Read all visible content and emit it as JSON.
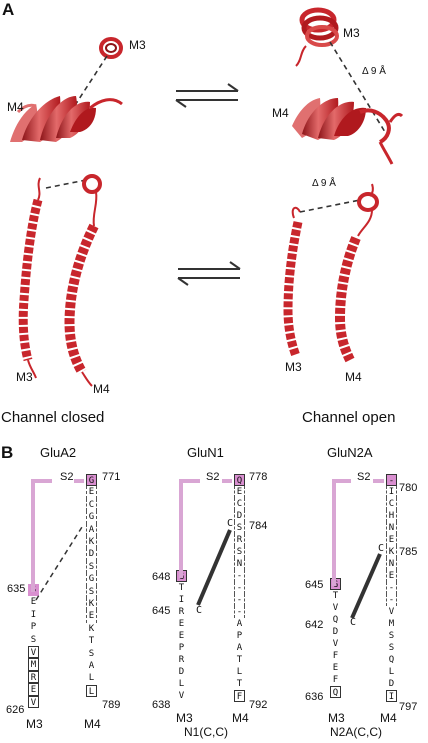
{
  "panel_a": {
    "letter": "A",
    "top_left": {
      "m3": "M3",
      "m4": "M4"
    },
    "top_right": {
      "m3": "M3",
      "m4": "M4",
      "distance": "Δ 9 Å"
    },
    "bottom_left": {
      "m3": "M3",
      "m4": "M4"
    },
    "bottom_right": {
      "m3": "M3",
      "m4": "M4",
      "distance": "Δ 9 Å"
    },
    "caption_closed": "Channel closed",
    "caption_open": "Channel open",
    "colors": {
      "helix": "#c8262c",
      "helix_light": "#e07070",
      "helix_dark": "#8c1418",
      "arrow": "#333333",
      "dashed": "#333333"
    }
  },
  "panel_b": {
    "letter": "B",
    "colors": {
      "linker": "#d9a6d4",
      "highlight": "#d98fd0",
      "crosslink": "#333333"
    },
    "glua2": {
      "title": "GluA2",
      "s2": "S2",
      "m3_top": "635",
      "m3_bottom": "626",
      "m4_top": "771",
      "m4_bottom": "789",
      "m3_label": "M3",
      "m4_label": "M4",
      "m3_seq": [
        "S",
        "E",
        "I",
        "P",
        "S",
        "V",
        "M",
        "R",
        "E",
        "V"
      ],
      "m4_seq": [
        "G",
        "E",
        "C",
        "G",
        "A",
        "K",
        "D",
        "S",
        "G",
        "S",
        "K",
        "E",
        "K",
        "T",
        "S",
        "A",
        "L",
        "L"
      ],
      "subtitle": ""
    },
    "glun1": {
      "title": "GluN1",
      "s2": "S2",
      "m3_top": "648",
      "m3_mid": "645",
      "m3_bottom": "638",
      "m4_top": "778",
      "m4_mid": "784",
      "m4_bottom": "792",
      "m3_label": "M3",
      "m4_label": "M4",
      "m3_seq": [
        "G",
        "T",
        "I",
        "R",
        "E",
        "E",
        "P",
        "R",
        "D",
        "L",
        "V"
      ],
      "m4_seq": [
        "Q",
        "E",
        "C",
        "D",
        "S",
        "R",
        "S",
        "N",
        "-",
        "-",
        "-",
        "-",
        "A",
        "P",
        "A",
        "T",
        "L",
        "T",
        "F"
      ],
      "c_left": "C",
      "c_right": "C",
      "subtitle": "N1(C,C)"
    },
    "glun2a": {
      "title": "GluN2A",
      "s2": "S2",
      "m3_top": "645",
      "m3_mid": "642",
      "m3_bottom": "636",
      "m4_top": "780",
      "m4_mid": "785",
      "m4_bottom": "797",
      "m3_label": "M3",
      "m4_label": "M4",
      "m3_seq": [
        "G",
        "T",
        "V",
        "Q",
        "D",
        "V",
        "F",
        "E",
        "F",
        "Q"
      ],
      "m4_seq": [
        "-",
        "I",
        "C",
        "H",
        "N",
        "E",
        "K",
        "N",
        "E",
        "-",
        "-",
        "V",
        "M",
        "S",
        "S",
        "Q",
        "L",
        "D",
        "I"
      ],
      "c_left": "C",
      "c_right": "C",
      "subtitle": "N2A(C,C)"
    }
  }
}
